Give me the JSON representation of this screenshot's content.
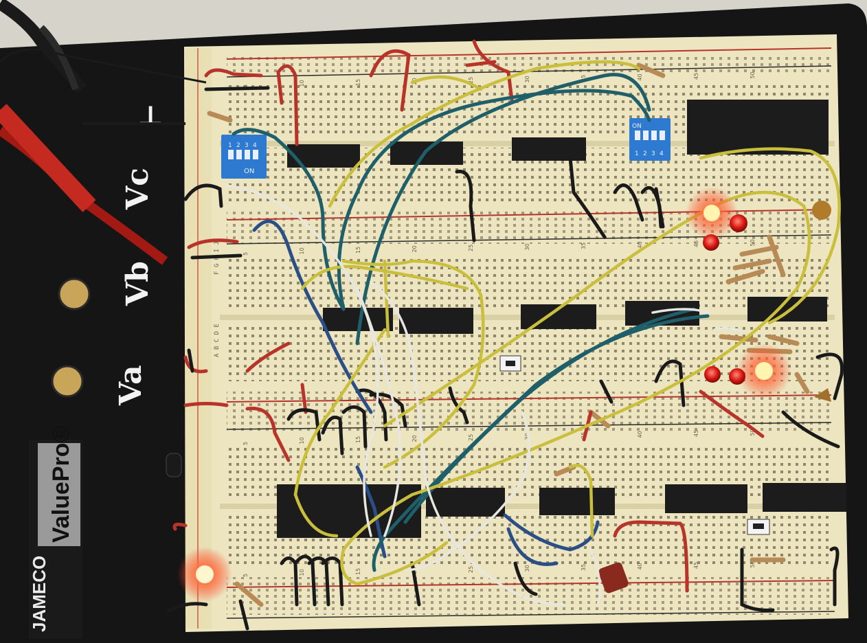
{
  "panel": {
    "labels": {
      "va": "Va",
      "vb": "Vb",
      "vc": "Vc",
      "ground_symbol": "⊥"
    },
    "brand": {
      "maker": "JAMECO",
      "product": "ValuePro",
      "trademark": "®"
    }
  },
  "dip_switch": {
    "numbers": [
      "1",
      "2",
      "3",
      "4"
    ],
    "on_label": "ON"
  },
  "breadboard": {
    "column_numbers": [
      "5",
      "10",
      "15",
      "20",
      "25",
      "30",
      "35",
      "40",
      "45",
      "50"
    ],
    "row_letters_top": "F G H I J",
    "row_letters_bottom": "A B C D E"
  },
  "colors": {
    "board": "#ece5c0",
    "board_shadow": "#cfc59a",
    "panel": "#141414",
    "red_wire": "#b8332a",
    "black_wire": "#1a1a1a",
    "yellow_wire": "#c9bf3c",
    "blue_wire": "#2a4f87",
    "teal_wire": "#1f5f6a",
    "white_wire": "#e8e6e0",
    "chip": "#1c1c1c",
    "led_red": "#e0201a",
    "led_glow": "#fff2a8"
  }
}
